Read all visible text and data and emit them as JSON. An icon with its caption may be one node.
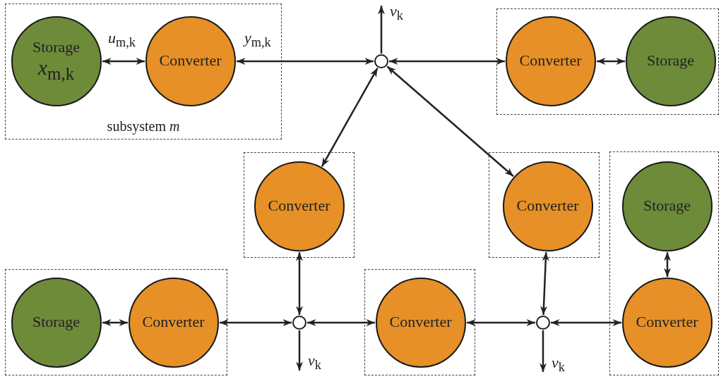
{
  "diagram": {
    "nodes": [
      {
        "text": [
          "subsystem *m*"
        ]
      },
      {
        "text": [
          "Storage",
          "*x*$_{m,k}$"
        ],
        "in": 0
      },
      {
        "text": [
          "Converter"
        ],
        "in": 0
      },
      {
        "text": [],
        "shape": "circle"
      },
      {
        "text": [],
        "shape": "box"
      },
      {
        "text": [
          "Converter"
        ],
        "in": 4
      },
      {
        "text": [
          "Storage"
        ],
        "in": 4
      },
      {
        "text": [],
        "shape": "box"
      },
      {
        "text": [
          "Converter"
        ],
        "in": 7
      },
      {
        "text": [],
        "shape": "box"
      },
      {
        "text": [
          "Converter"
        ],
        "in": 9
      },
      {
        "text": [],
        "shape": "box"
      },
      {
        "text": [
          "Storage"
        ],
        "in": 11
      },
      {
        "text": [
          "Converter"
        ],
        "in": 11
      },
      {
        "text": [],
        "shape": "box"
      },
      {
        "text": [
          "Storage"
        ],
        "in": 14
      },
      {
        "text": [
          "Converter"
        ],
        "in": 14
      },
      {
        "text": [],
        "shape": "circle"
      },
      {
        "text": [],
        "shape": "box"
      },
      {
        "text": [
          "Converter"
        ],
        "in": 18
      },
      {
        "text": [],
        "shape": "circle"
      }
    ],
    "edges": [
      {
        "from": 1,
        "to": 2,
        "arrow": "both",
        "label": "*u*$_{m,k}$"
      },
      {
        "from": 2,
        "to": 3,
        "arrow": "both",
        "label": "*y*$_{m,k}$"
      },
      {
        "from": 3,
        "to": null,
        "arrow": "to",
        "label": "*v*$_{k}$"
      },
      {
        "from": 3,
        "to": 5,
        "arrow": "both"
      },
      {
        "from": 5,
        "to": 6,
        "arrow": "both"
      },
      {
        "from": 3,
        "to": 8,
        "arrow": "both"
      },
      {
        "from": 3,
        "to": 10,
        "arrow": "both"
      },
      {
        "from": 12,
        "to": 13,
        "arrow": "both"
      },
      {
        "from": 15,
        "to": 16,
        "arrow": "both"
      },
      {
        "from": 16,
        "to": 17,
        "arrow": "both"
      },
      {
        "from": 8,
        "to": 17,
        "arrow": "both"
      },
      {
        "from": 17,
        "to": null,
        "arrow": "to",
        "label": "*v*$_{k}$"
      },
      {
        "from": 17,
        "to": 19,
        "arrow": "both"
      },
      {
        "from": 19,
        "to": 20,
        "arrow": "both"
      },
      {
        "from": 10,
        "to": 20,
        "arrow": "both"
      },
      {
        "from": 20,
        "to": null,
        "arrow": "to",
        "label": "*v*$_{k}$"
      },
      {
        "from": 20,
        "to": 13,
        "arrow": "both"
      }
    ]
  }
}
